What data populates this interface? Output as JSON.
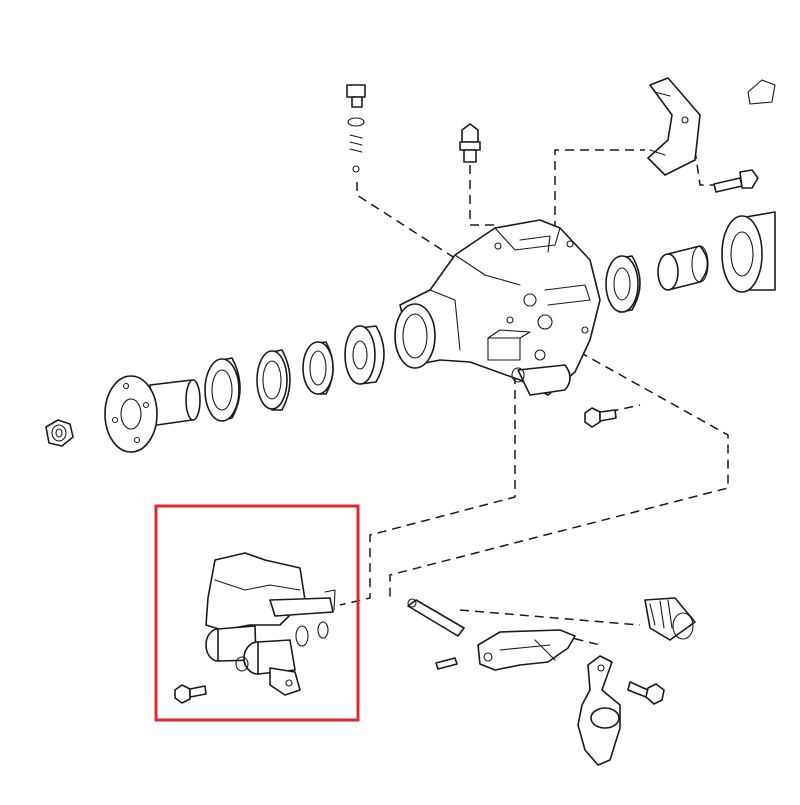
{
  "diagram": {
    "highlight_color": "#e0282d",
    "line_color": "#1a1a1a",
    "background": "#ffffff",
    "parts": [
      "flange-nut",
      "companion-flange",
      "oil-seal",
      "bearing",
      "spacer",
      "extension-housing",
      "breather-plug",
      "check-ball-plug",
      "shift-fork-bracket",
      "shift-fork",
      "shift-lever",
      "output-bearing",
      "speedometer-drive-gear",
      "transfer-actuator",
      "shift-shaft",
      "roll-pin"
    ]
  }
}
